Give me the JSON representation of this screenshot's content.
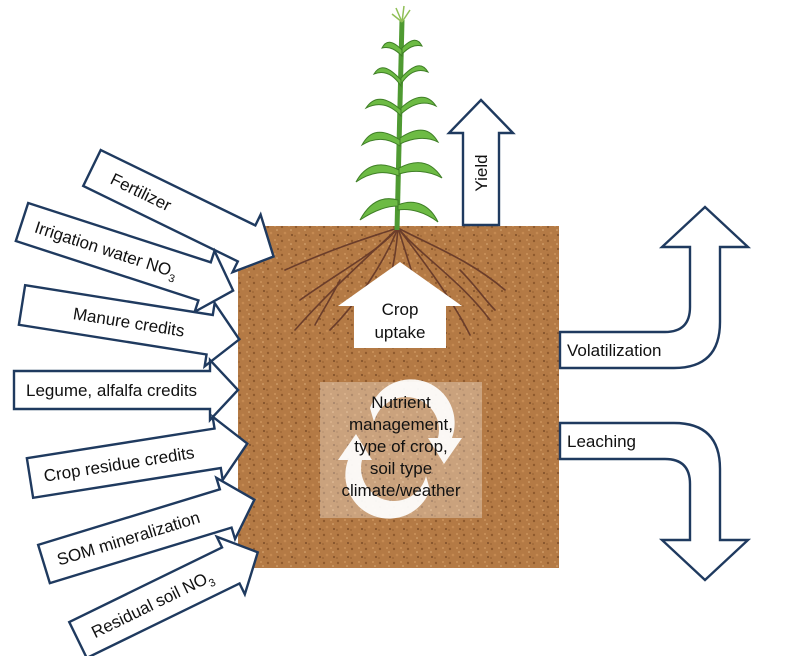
{
  "colors": {
    "arrow_outline": "#1f3a5f",
    "soil": "#b47a45",
    "plant_green": "#5fae3c",
    "root": "#6b3d2a"
  },
  "inputs": [
    {
      "text": "Fertilizer",
      "sub": ""
    },
    {
      "text": "Irrigation  water NO",
      "sub": "3"
    },
    {
      "text": "Manure credits",
      "sub": ""
    },
    {
      "text": "Legume, alfalfa credits",
      "sub": ""
    },
    {
      "text": "Crop residue credits",
      "sub": ""
    },
    {
      "text": "SOM mineralization",
      "sub": ""
    },
    {
      "text": "Residual soil NO",
      "sub": "3"
    }
  ],
  "yield_label": "Yield",
  "uptake": {
    "line1": "Crop",
    "line2": "uptake"
  },
  "cycle": {
    "icon": "cycle-arrows-icon",
    "lines": [
      "Nutrient",
      "management,",
      "type of crop,",
      "soil type",
      "climate/weather"
    ]
  },
  "outputs": {
    "volatilization": "Volatilization",
    "leaching": "Leaching"
  }
}
